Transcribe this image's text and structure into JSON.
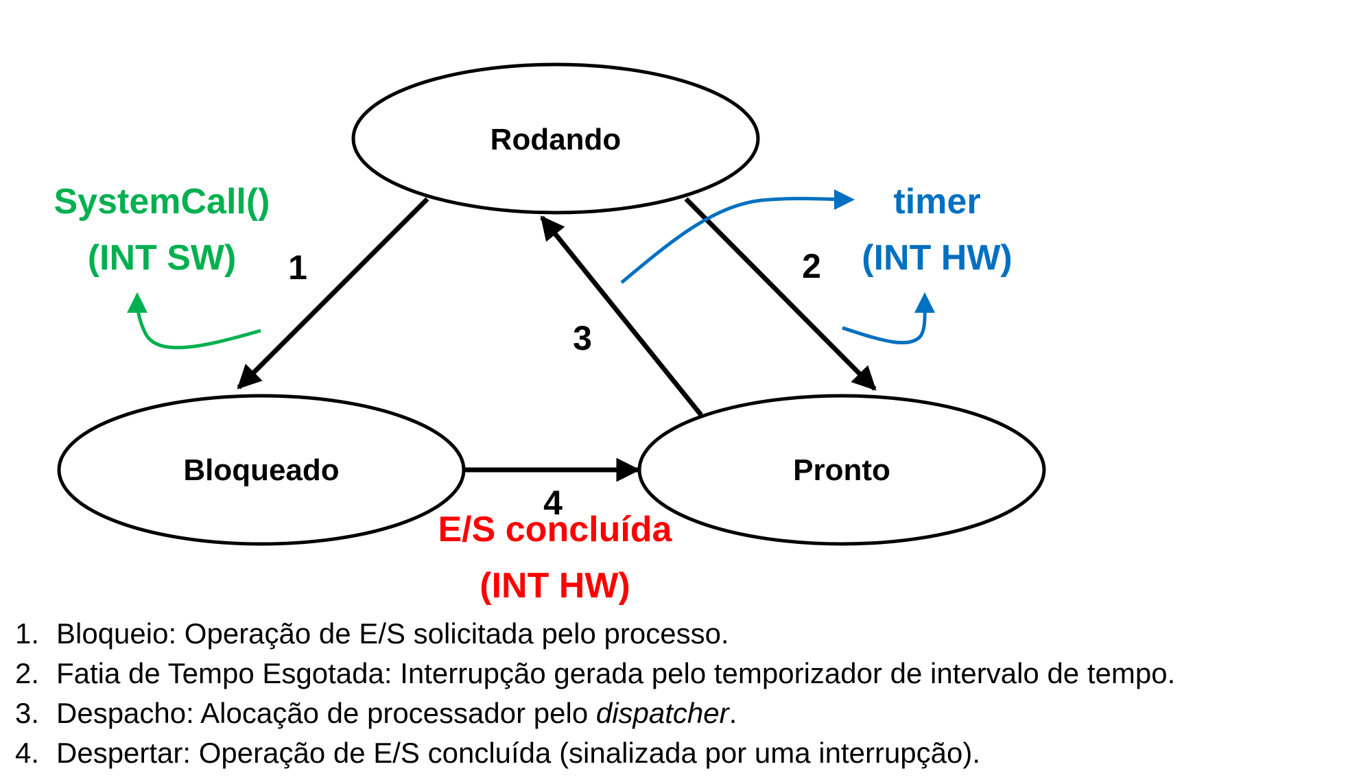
{
  "states": {
    "running": "Rodando",
    "blocked": "Bloqueado",
    "ready": "Pronto"
  },
  "transitions": {
    "t1": "1",
    "t2": "2",
    "t3": "3",
    "t4": "4"
  },
  "annotations": {
    "syscall": {
      "line1": "SystemCall()",
      "line2": "(INT SW)",
      "color": "#00b050"
    },
    "timer": {
      "line1": "timer",
      "line2": "(INT HW)",
      "color": "#0070c0"
    },
    "io": {
      "line1": "E/S concluída",
      "line2": "(INT HW)",
      "color": "#ff0000"
    }
  },
  "legend": [
    {
      "num": "1.",
      "text": "Bloqueio: Operação de E/S solicitada pelo processo."
    },
    {
      "num": "2.",
      "text": "Fatia de Tempo Esgotada: Interrupção gerada pelo temporizador de intervalo de tempo."
    },
    {
      "num": "3.",
      "text_before": "Despacho: Alocação de processador pelo ",
      "text_italic": "dispatcher",
      "text_after": "."
    },
    {
      "num": "4.",
      "text": "Despertar: Operação de E/S concluída (sinalizada por uma interrupção)."
    }
  ]
}
